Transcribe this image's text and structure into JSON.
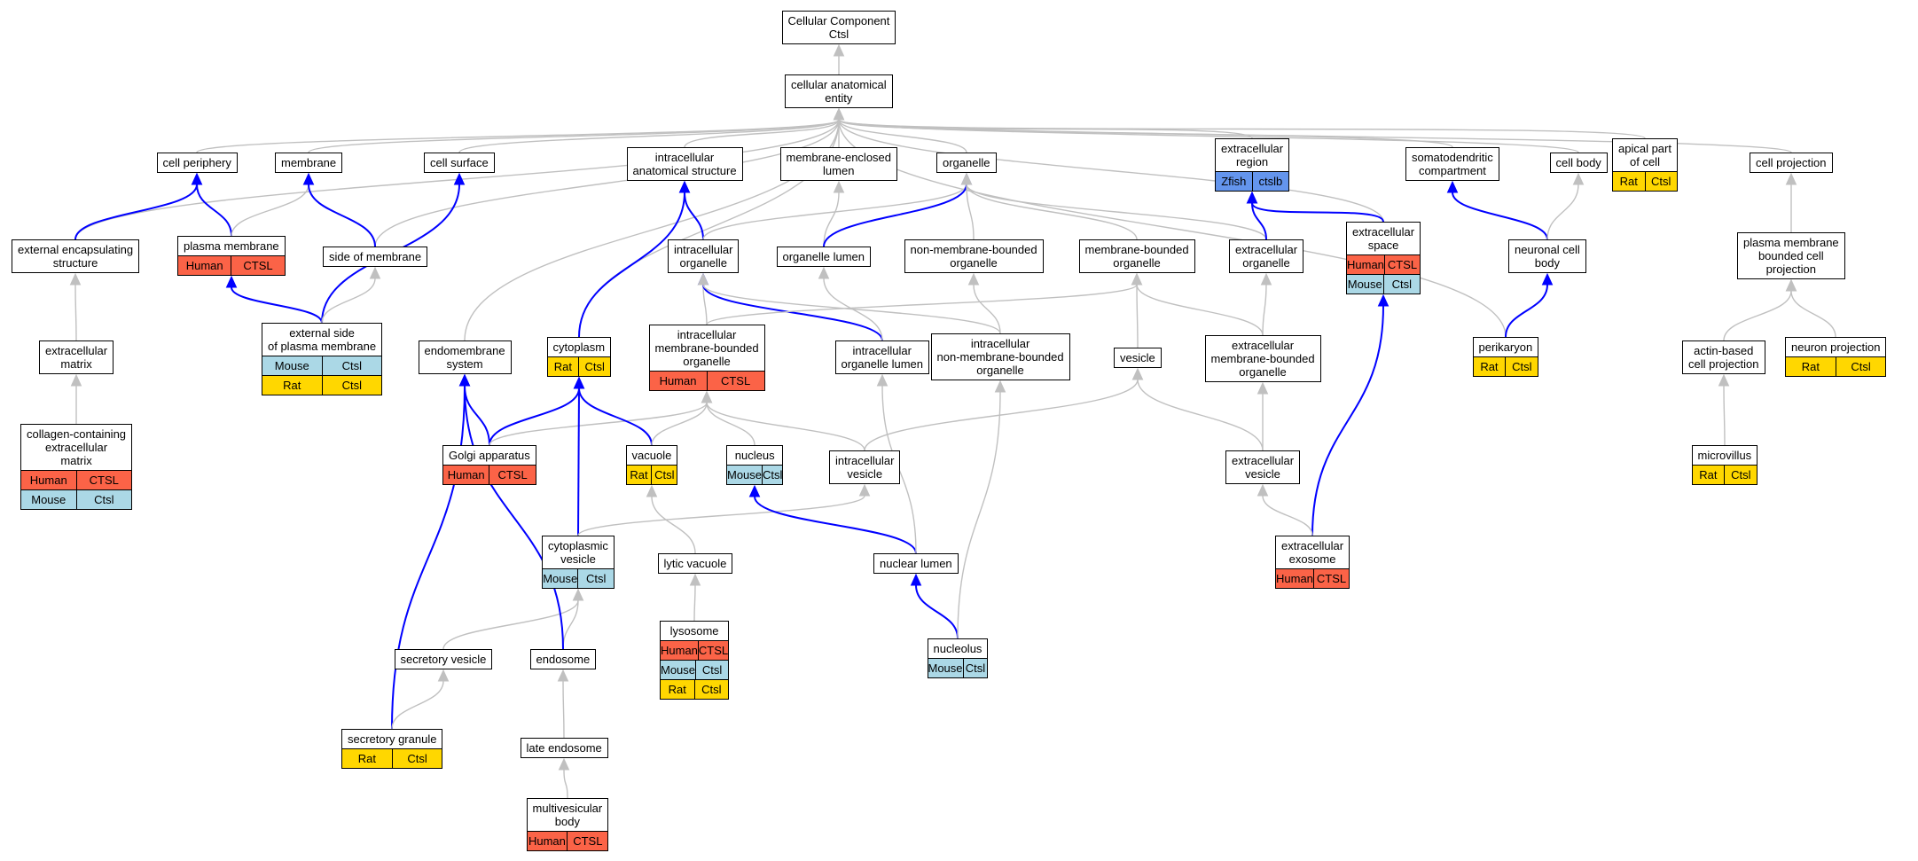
{
  "colors": {
    "Human": "#fb6347",
    "Mouse": "#abd8e6",
    "Rat": "#ffd700",
    "Zfish": "#6495ed",
    "gray_edge": "#c0c0c0",
    "blue_edge": "#0000ff"
  },
  "nodes": [
    {
      "id": "root",
      "label": "Cellular Component\nCtsl",
      "rows": []
    },
    {
      "id": "cae",
      "label": "cellular anatomical\nentity",
      "rows": []
    },
    {
      "id": "cellperiph",
      "label": "cell periphery",
      "rows": []
    },
    {
      "id": "membrane",
      "label": "membrane",
      "rows": []
    },
    {
      "id": "cellsurface",
      "label": "cell surface",
      "rows": []
    },
    {
      "id": "ias",
      "label": "intracellular\nanatomical structure",
      "rows": []
    },
    {
      "id": "mel",
      "label": "membrane-enclosed\nlumen",
      "rows": []
    },
    {
      "id": "organelle",
      "label": "organelle",
      "rows": []
    },
    {
      "id": "ecregion",
      "label": "extracellular\nregion",
      "rows": [
        {
          "sp": "Zfish",
          "gene": "ctslb"
        }
      ]
    },
    {
      "id": "somato",
      "label": "somatodendritic\ncompartment",
      "rows": []
    },
    {
      "id": "cellbody",
      "label": "cell body",
      "rows": []
    },
    {
      "id": "apical",
      "label": "apical part\nof cell",
      "rows": [
        {
          "sp": "Rat",
          "gene": "Ctsl"
        }
      ]
    },
    {
      "id": "cellproj",
      "label": "cell projection",
      "rows": []
    },
    {
      "id": "extencap",
      "label": "external encapsulating\nstructure",
      "rows": []
    },
    {
      "id": "plasmamem",
      "label": "plasma membrane",
      "rows": [
        {
          "sp": "Human",
          "gene": "CTSL"
        }
      ]
    },
    {
      "id": "sidemem",
      "label": "side of membrane",
      "rows": []
    },
    {
      "id": "intraorg",
      "label": "intracellular\norganelle",
      "rows": []
    },
    {
      "id": "orglumen",
      "label": "organelle lumen",
      "rows": []
    },
    {
      "id": "nonmemorg",
      "label": "non-membrane-bounded\norganelle",
      "rows": []
    },
    {
      "id": "membndorg",
      "label": "membrane-bounded\norganelle",
      "rows": []
    },
    {
      "id": "ecorg",
      "label": "extracellular\norganelle",
      "rows": []
    },
    {
      "id": "ecspace",
      "label": "extracellular\nspace",
      "rows": [
        {
          "sp": "Human",
          "gene": "CTSL"
        },
        {
          "sp": "Mouse",
          "gene": "Ctsl"
        }
      ]
    },
    {
      "id": "neuronbody",
      "label": "neuronal cell\nbody",
      "rows": []
    },
    {
      "id": "pmbcp",
      "label": "plasma membrane\nbounded cell\nprojection",
      "rows": []
    },
    {
      "id": "ecmatrix",
      "label": "extracellular\nmatrix",
      "rows": []
    },
    {
      "id": "extside",
      "label": "external side\nof plasma membrane",
      "rows": [
        {
          "sp": "Mouse",
          "gene": "Ctsl"
        },
        {
          "sp": "Rat",
          "gene": "Ctsl"
        }
      ]
    },
    {
      "id": "endosys",
      "label": "endomembrane\nsystem",
      "rows": []
    },
    {
      "id": "cytoplasm",
      "label": "cytoplasm",
      "rows": [
        {
          "sp": "Rat",
          "gene": "Ctsl"
        }
      ]
    },
    {
      "id": "imbo",
      "label": "intracellular\nmembrane-bounded\norganelle",
      "rows": [
        {
          "sp": "Human",
          "gene": "CTSL"
        }
      ]
    },
    {
      "id": "iol",
      "label": "intracellular\norganelle lumen",
      "rows": []
    },
    {
      "id": "inmbo",
      "label": "intracellular\nnon-membrane-bounded\norganelle",
      "rows": []
    },
    {
      "id": "vesicle",
      "label": "vesicle",
      "rows": []
    },
    {
      "id": "ecmbo",
      "label": "extracellular\nmembrane-bounded\norganelle",
      "rows": []
    },
    {
      "id": "perikaryon",
      "label": "perikaryon",
      "rows": [
        {
          "sp": "Rat",
          "gene": "Ctsl"
        }
      ]
    },
    {
      "id": "actin",
      "label": "actin-based\ncell projection",
      "rows": []
    },
    {
      "id": "neuronproj",
      "label": "neuron projection",
      "rows": [
        {
          "sp": "Rat",
          "gene": "Ctsl"
        }
      ]
    },
    {
      "id": "collagen",
      "label": "collagen-containing\nextracellular\nmatrix",
      "rows": [
        {
          "sp": "Human",
          "gene": "CTSL"
        },
        {
          "sp": "Mouse",
          "gene": "Ctsl"
        }
      ]
    },
    {
      "id": "golgi",
      "label": "Golgi apparatus",
      "rows": [
        {
          "sp": "Human",
          "gene": "CTSL"
        }
      ]
    },
    {
      "id": "vacuole",
      "label": "vacuole",
      "rows": [
        {
          "sp": "Rat",
          "gene": "Ctsl"
        }
      ]
    },
    {
      "id": "nucleus",
      "label": "nucleus",
      "rows": [
        {
          "sp": "Mouse",
          "gene": "Ctsl"
        }
      ]
    },
    {
      "id": "iv",
      "label": "intracellular\nvesicle",
      "rows": []
    },
    {
      "id": "ecvesicle",
      "label": "extracellular\nvesicle",
      "rows": []
    },
    {
      "id": "microvillus",
      "label": "microvillus",
      "rows": [
        {
          "sp": "Rat",
          "gene": "Ctsl"
        }
      ]
    },
    {
      "id": "cytovesicle",
      "label": "cytoplasmic\nvesicle",
      "rows": [
        {
          "sp": "Mouse",
          "gene": "Ctsl"
        }
      ]
    },
    {
      "id": "lytic",
      "label": "lytic vacuole",
      "rows": []
    },
    {
      "id": "nuclumen",
      "label": "nuclear lumen",
      "rows": []
    },
    {
      "id": "exosome",
      "label": "extracellular\nexosome",
      "rows": [
        {
          "sp": "Human",
          "gene": "CTSL"
        }
      ]
    },
    {
      "id": "lysosome",
      "label": "lysosome",
      "rows": [
        {
          "sp": "Human",
          "gene": "CTSL"
        },
        {
          "sp": "Mouse",
          "gene": "Ctsl"
        },
        {
          "sp": "Rat",
          "gene": "Ctsl"
        }
      ]
    },
    {
      "id": "nucleolus",
      "label": "nucleolus",
      "rows": [
        {
          "sp": "Mouse",
          "gene": "Ctsl"
        }
      ]
    },
    {
      "id": "secves",
      "label": "secretory vesicle",
      "rows": []
    },
    {
      "id": "endosome",
      "label": "endosome",
      "rows": []
    },
    {
      "id": "secgran",
      "label": "secretory granule",
      "rows": [
        {
          "sp": "Rat",
          "gene": "Ctsl"
        }
      ]
    },
    {
      "id": "lateendo",
      "label": "late endosome",
      "rows": []
    },
    {
      "id": "mvb",
      "label": "multivesicular\nbody",
      "rows": [
        {
          "sp": "Human",
          "gene": "CTSL"
        }
      ]
    }
  ],
  "edges": [
    {
      "from": "cae",
      "to": "root",
      "color": "gray"
    },
    {
      "from": "cellperiph",
      "to": "cae",
      "color": "gray"
    },
    {
      "from": "membrane",
      "to": "cae",
      "color": "gray"
    },
    {
      "from": "cellsurface",
      "to": "cae",
      "color": "gray"
    },
    {
      "from": "ias",
      "to": "cae",
      "color": "gray"
    },
    {
      "from": "mel",
      "to": "cae",
      "color": "gray"
    },
    {
      "from": "organelle",
      "to": "cae",
      "color": "gray"
    },
    {
      "from": "ecregion",
      "to": "cae",
      "color": "gray"
    },
    {
      "from": "somato",
      "to": "cae",
      "color": "gray"
    },
    {
      "from": "cellbody",
      "to": "cae",
      "color": "gray"
    },
    {
      "from": "apical",
      "to": "cae",
      "color": "gray"
    },
    {
      "from": "cellproj",
      "to": "cae",
      "color": "gray"
    },
    {
      "from": "extencap",
      "to": "cae",
      "color": "gray"
    },
    {
      "from": "sidemem",
      "to": "cae",
      "color": "gray"
    },
    {
      "from": "endosys",
      "to": "cae",
      "color": "gray"
    },
    {
      "from": "cytoplasm",
      "to": "cae",
      "color": "gray"
    },
    {
      "from": "ecspace",
      "to": "cae",
      "color": "gray"
    },
    {
      "from": "perikaryon",
      "to": "cae",
      "color": "gray"
    },
    {
      "from": "extencap",
      "to": "cellperiph",
      "color": "blue"
    },
    {
      "from": "plasmamem",
      "to": "cellperiph",
      "color": "blue"
    },
    {
      "from": "plasmamem",
      "to": "membrane",
      "color": "gray"
    },
    {
      "from": "sidemem",
      "to": "membrane",
      "color": "blue"
    },
    {
      "from": "extside",
      "to": "cellsurface",
      "color": "blue"
    },
    {
      "from": "extside",
      "to": "plasmamem",
      "color": "blue"
    },
    {
      "from": "extside",
      "to": "sidemem",
      "color": "gray"
    },
    {
      "from": "intraorg",
      "to": "ias",
      "color": "blue"
    },
    {
      "from": "cytoplasm",
      "to": "ias",
      "color": "blue"
    },
    {
      "from": "orglumen",
      "to": "mel",
      "color": "gray"
    },
    {
      "from": "intraorg",
      "to": "organelle",
      "color": "gray"
    },
    {
      "from": "orglumen",
      "to": "organelle",
      "color": "blue"
    },
    {
      "from": "nonmemorg",
      "to": "organelle",
      "color": "gray"
    },
    {
      "from": "membndorg",
      "to": "organelle",
      "color": "gray"
    },
    {
      "from": "ecorg",
      "to": "organelle",
      "color": "gray"
    },
    {
      "from": "ecorg",
      "to": "ecregion",
      "color": "blue"
    },
    {
      "from": "ecspace",
      "to": "ecregion",
      "color": "blue"
    },
    {
      "from": "neuronbody",
      "to": "somato",
      "color": "blue"
    },
    {
      "from": "neuronbody",
      "to": "cellbody",
      "color": "gray"
    },
    {
      "from": "pmbcp",
      "to": "cellproj",
      "color": "gray"
    },
    {
      "from": "ecmatrix",
      "to": "extencap",
      "color": "gray"
    },
    {
      "from": "collagen",
      "to": "ecmatrix",
      "color": "gray"
    },
    {
      "from": "imbo",
      "to": "intraorg",
      "color": "gray"
    },
    {
      "from": "iol",
      "to": "intraorg",
      "color": "blue"
    },
    {
      "from": "inmbo",
      "to": "intraorg",
      "color": "gray"
    },
    {
      "from": "iol",
      "to": "orglumen",
      "color": "gray"
    },
    {
      "from": "inmbo",
      "to": "nonmemorg",
      "color": "gray"
    },
    {
      "from": "imbo",
      "to": "membndorg",
      "color": "gray"
    },
    {
      "from": "vesicle",
      "to": "membndorg",
      "color": "gray"
    },
    {
      "from": "ecmbo",
      "to": "membndorg",
      "color": "gray"
    },
    {
      "from": "ecmbo",
      "to": "ecorg",
      "color": "gray"
    },
    {
      "from": "exosome",
      "to": "ecspace",
      "color": "blue"
    },
    {
      "from": "perikaryon",
      "to": "neuronbody",
      "color": "blue"
    },
    {
      "from": "actin",
      "to": "pmbcp",
      "color": "gray"
    },
    {
      "from": "neuronproj",
      "to": "pmbcp",
      "color": "gray"
    },
    {
      "from": "microvillus",
      "to": "actin",
      "color": "gray"
    },
    {
      "from": "golgi",
      "to": "endosys",
      "color": "blue"
    },
    {
      "from": "golgi",
      "to": "cytoplasm",
      "color": "blue"
    },
    {
      "from": "golgi",
      "to": "imbo",
      "color": "gray"
    },
    {
      "from": "vacuole",
      "to": "cytoplasm",
      "color": "blue"
    },
    {
      "from": "vacuole",
      "to": "imbo",
      "color": "gray"
    },
    {
      "from": "nucleus",
      "to": "imbo",
      "color": "gray"
    },
    {
      "from": "iv",
      "to": "imbo",
      "color": "gray"
    },
    {
      "from": "iv",
      "to": "vesicle",
      "color": "gray"
    },
    {
      "from": "ecvesicle",
      "to": "vesicle",
      "color": "gray"
    },
    {
      "from": "ecvesicle",
      "to": "ecmbo",
      "color": "gray"
    },
    {
      "from": "exosome",
      "to": "ecvesicle",
      "color": "gray"
    },
    {
      "from": "cytovesicle",
      "to": "cytoplasm",
      "color": "blue"
    },
    {
      "from": "cytovesicle",
      "to": "iv",
      "color": "gray"
    },
    {
      "from": "lytic",
      "to": "vacuole",
      "color": "gray"
    },
    {
      "from": "lysosome",
      "to": "lytic",
      "color": "gray"
    },
    {
      "from": "nuclumen",
      "to": "nucleus",
      "color": "blue"
    },
    {
      "from": "nuclumen",
      "to": "iol",
      "color": "gray"
    },
    {
      "from": "nucleolus",
      "to": "nuclumen",
      "color": "blue"
    },
    {
      "from": "nucleolus",
      "to": "inmbo",
      "color": "gray"
    },
    {
      "from": "secves",
      "to": "cytovesicle",
      "color": "gray"
    },
    {
      "from": "endosome",
      "to": "cytovesicle",
      "color": "gray"
    },
    {
      "from": "endosome",
      "to": "endosys",
      "color": "blue"
    },
    {
      "from": "secgran",
      "to": "endosys",
      "color": "blue"
    },
    {
      "from": "secgran",
      "to": "secves",
      "color": "gray"
    },
    {
      "from": "lateendo",
      "to": "endosome",
      "color": "gray"
    },
    {
      "from": "mvb",
      "to": "lateendo",
      "color": "gray"
    }
  ]
}
